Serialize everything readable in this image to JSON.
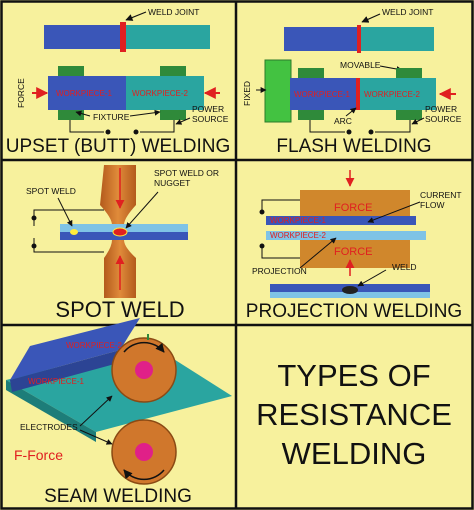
{
  "panels": {
    "upset": {
      "title": "UPSET (BUTT) WELDING",
      "weld_joint": "WELD JOINT",
      "force": "FORCE",
      "workpiece_1": "WORKPIECE-1",
      "workpiece_2": "WORKPIECE-2",
      "fixture": "FIXTURE",
      "power_source": [
        "POWER",
        "SOURCE"
      ]
    },
    "flash": {
      "title": "FLASH WELDING",
      "weld_joint": "WELD JOINT",
      "movable": "MOVABLE",
      "fixed": "FIXED",
      "workpiece_1": "WORKPIECE-1",
      "workpiece_2": "WORKPIECE-2",
      "arc": "ARC",
      "power_source": [
        "POWER",
        "SOURCE"
      ]
    },
    "spot": {
      "title": "SPOT WELD",
      "spot_weld": "SPOT WELD",
      "nugget": [
        "SPOT WELD OR",
        "NUGGET"
      ]
    },
    "projection": {
      "title": "PROJECTION WELDING",
      "force_top": "FORCE",
      "force_bottom": "FORCE",
      "current_flow": [
        "CURRENT",
        "FLOW"
      ],
      "workpiece_1": "WORKPIECE-1",
      "workpiece_2": "WORKPIECE-2",
      "projection": "PROJECTION",
      "weld": "WELD"
    },
    "seam": {
      "title": "SEAM WELDING",
      "workpiece_2": "WORKPIECE-2",
      "workpiece_1": "WORKPIECE-1",
      "electrodes": "ELECTRODES",
      "f_force": "F-Force"
    },
    "types": {
      "line1": "TYPES OF",
      "line2": "RESISTANCE",
      "line3": "WELDING"
    }
  },
  "colors": {
    "panel_bg": "#f7f19d",
    "border": "#111111",
    "blue": "#3a56b8",
    "teal": "#2aa5a0",
    "green_block": "#2f8a3a",
    "bright_green": "#43c241",
    "orange": "#d0772c",
    "red": "#e02020",
    "light_blue_sheet": "#7fc3e6"
  }
}
